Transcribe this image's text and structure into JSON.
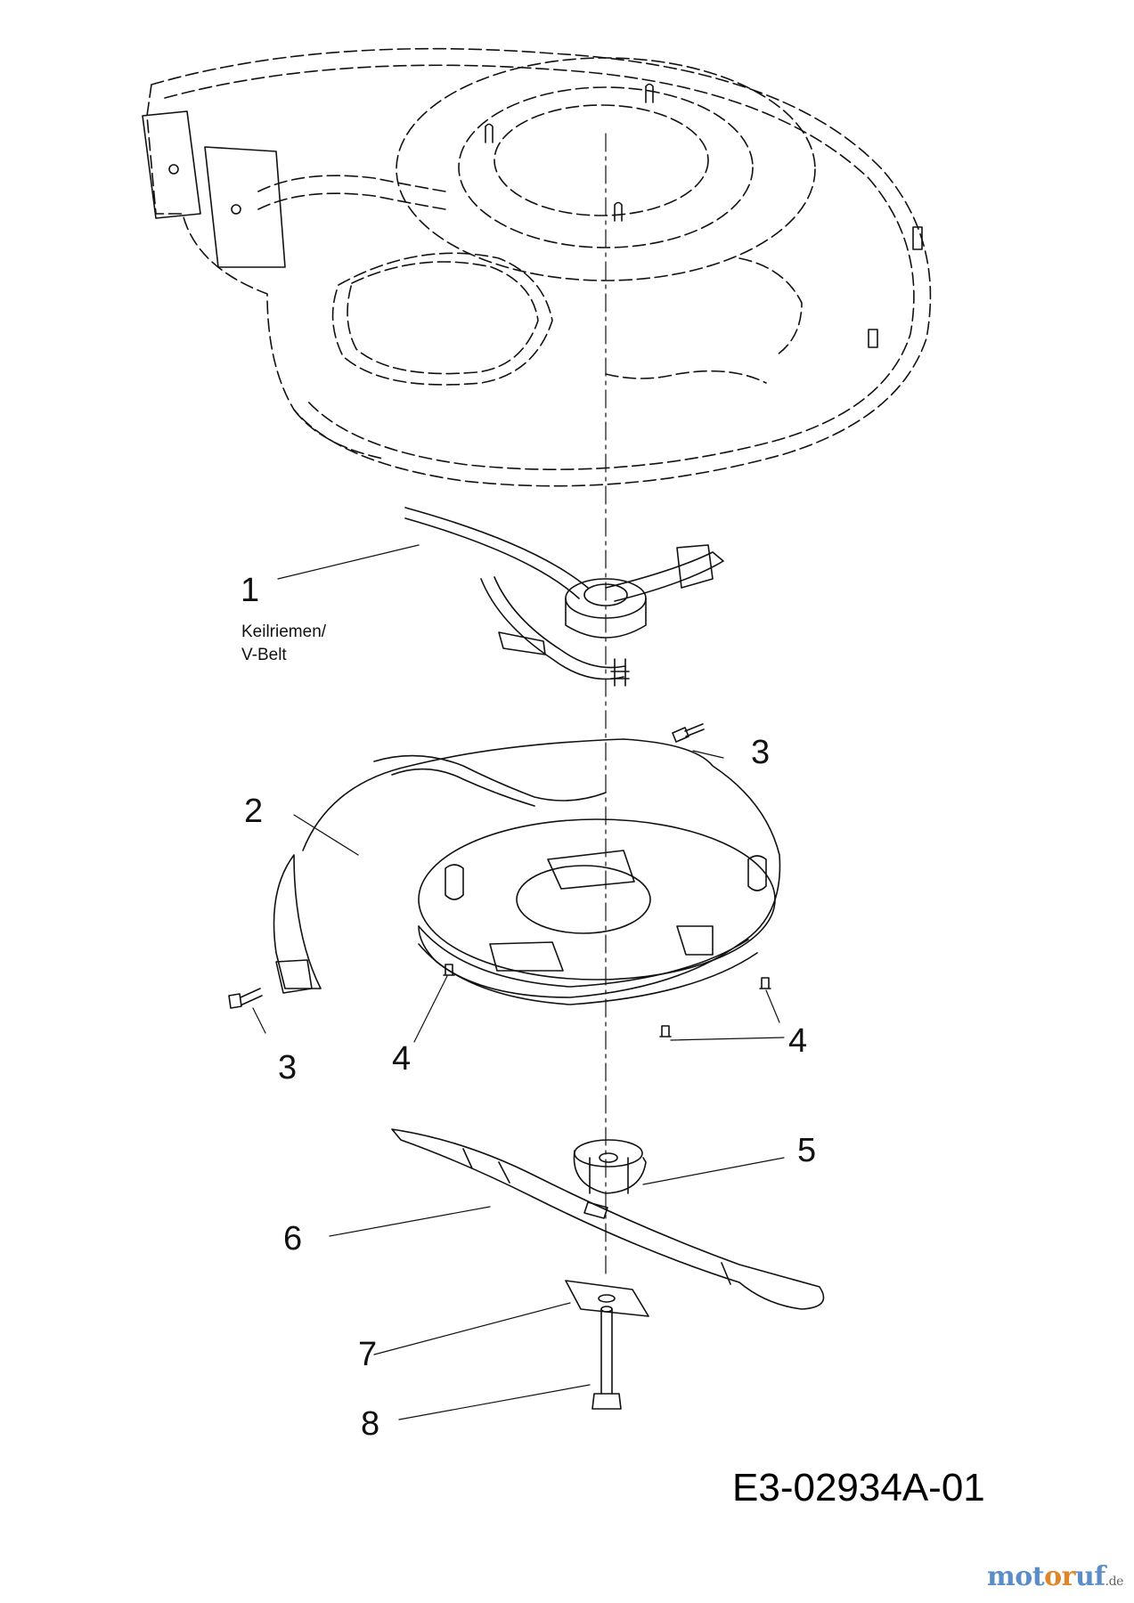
{
  "callouts": [
    {
      "id": "1",
      "label": "1"
    },
    {
      "id": "2",
      "label": "2"
    },
    {
      "id": "3a",
      "label": "3"
    },
    {
      "id": "3b",
      "label": "3"
    },
    {
      "id": "4a",
      "label": "4"
    },
    {
      "id": "4b",
      "label": "4"
    },
    {
      "id": "5",
      "label": "5"
    },
    {
      "id": "6",
      "label": "6"
    },
    {
      "id": "7",
      "label": "7"
    },
    {
      "id": "8",
      "label": "8"
    }
  ],
  "part_note": {
    "line1": "Keilriemen/",
    "line2": "V-Belt"
  },
  "document_number": "E3-02934A-01",
  "logo": {
    "part1": "mot",
    "part2": "or",
    "part3": "uf",
    "tld": ".de"
  },
  "colors": {
    "ink": "#111111",
    "logo_blue": "#5b8ec9",
    "logo_orange": "#e0852a"
  }
}
